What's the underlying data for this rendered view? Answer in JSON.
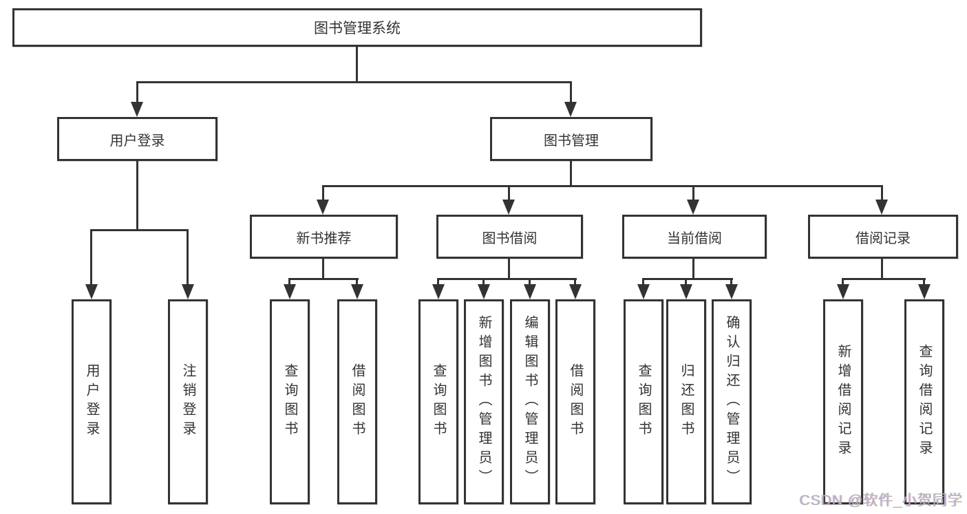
{
  "colors": {
    "line": "#333333",
    "text": "#333333",
    "watermark": "#b3b6bb",
    "bg": "#ffffff"
  },
  "diagram": {
    "root": {
      "label": "图书管理系统"
    },
    "level2": [
      {
        "label": "用户登录"
      },
      {
        "label": "图书管理"
      }
    ],
    "level3": [
      {
        "label": "新书推荐"
      },
      {
        "label": "图书借阅"
      },
      {
        "label": "当前借阅"
      },
      {
        "label": "借阅记录"
      }
    ],
    "leaves": {
      "user_login": [
        {
          "label": "用户登录"
        },
        {
          "label": "注销登录"
        }
      ],
      "new_books": [
        {
          "label": "查询图书"
        },
        {
          "label": "借阅图书"
        }
      ],
      "borrowing": [
        {
          "label": "查询图书"
        },
        {
          "label": "新增图书（管理员）"
        },
        {
          "label": "编辑图书（管理员）"
        },
        {
          "label": "借阅图书"
        }
      ],
      "current": [
        {
          "label": "查询图书"
        },
        {
          "label": "归还图书"
        },
        {
          "label": "确认归还（管理员）"
        }
      ],
      "records": [
        {
          "label": "新增借阅记录"
        },
        {
          "label": "查询借阅记录"
        }
      ]
    }
  },
  "watermark": {
    "text": "CSDN @软件_小贺同学"
  }
}
